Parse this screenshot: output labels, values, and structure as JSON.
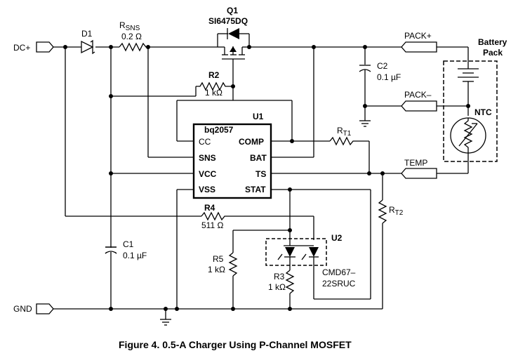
{
  "ports": {
    "dc_plus": "DC+",
    "gnd": "GND",
    "pack_plus": "PACK+",
    "pack_minus": "PACK–",
    "temp": "TEMP"
  },
  "components": {
    "d1": "D1",
    "rsns": "R",
    "rsns_sub": "SNS",
    "rsns_value": "0.2 Ω",
    "q1": "Q1",
    "q1_part": "SI6475DQ",
    "r2": "R2",
    "r2_value": "1 kΩ",
    "u1": "U1",
    "u1_part": "bq2057",
    "rt1": "R",
    "rt1_sub": "T1",
    "rt2": "R",
    "rt2_sub": "T2",
    "r4": "R4",
    "r4_value": "511 Ω",
    "c1": "C1",
    "c1_value": "0.1 µF",
    "c2": "C2",
    "c2_value": "0.1 µF",
    "r5": "R5",
    "r5_value": "1 kΩ",
    "r3": "R3",
    "r3_value": "1 kΩ",
    "u2": "U2",
    "u2_part_line1": "CMD67–",
    "u2_part_line2": "22SRUC",
    "battery_line1": "Battery",
    "battery_line2": "Pack",
    "ntc": "NTC"
  },
  "pins": {
    "cc": "CC",
    "sns": "SNS",
    "vcc": "VCC",
    "vss": "VSS",
    "comp": "COMP",
    "bat": "BAT",
    "ts": "TS",
    "stat": "STAT"
  },
  "caption": "Figure 4. 0.5-A Charger Using P-Channel MOSFET"
}
